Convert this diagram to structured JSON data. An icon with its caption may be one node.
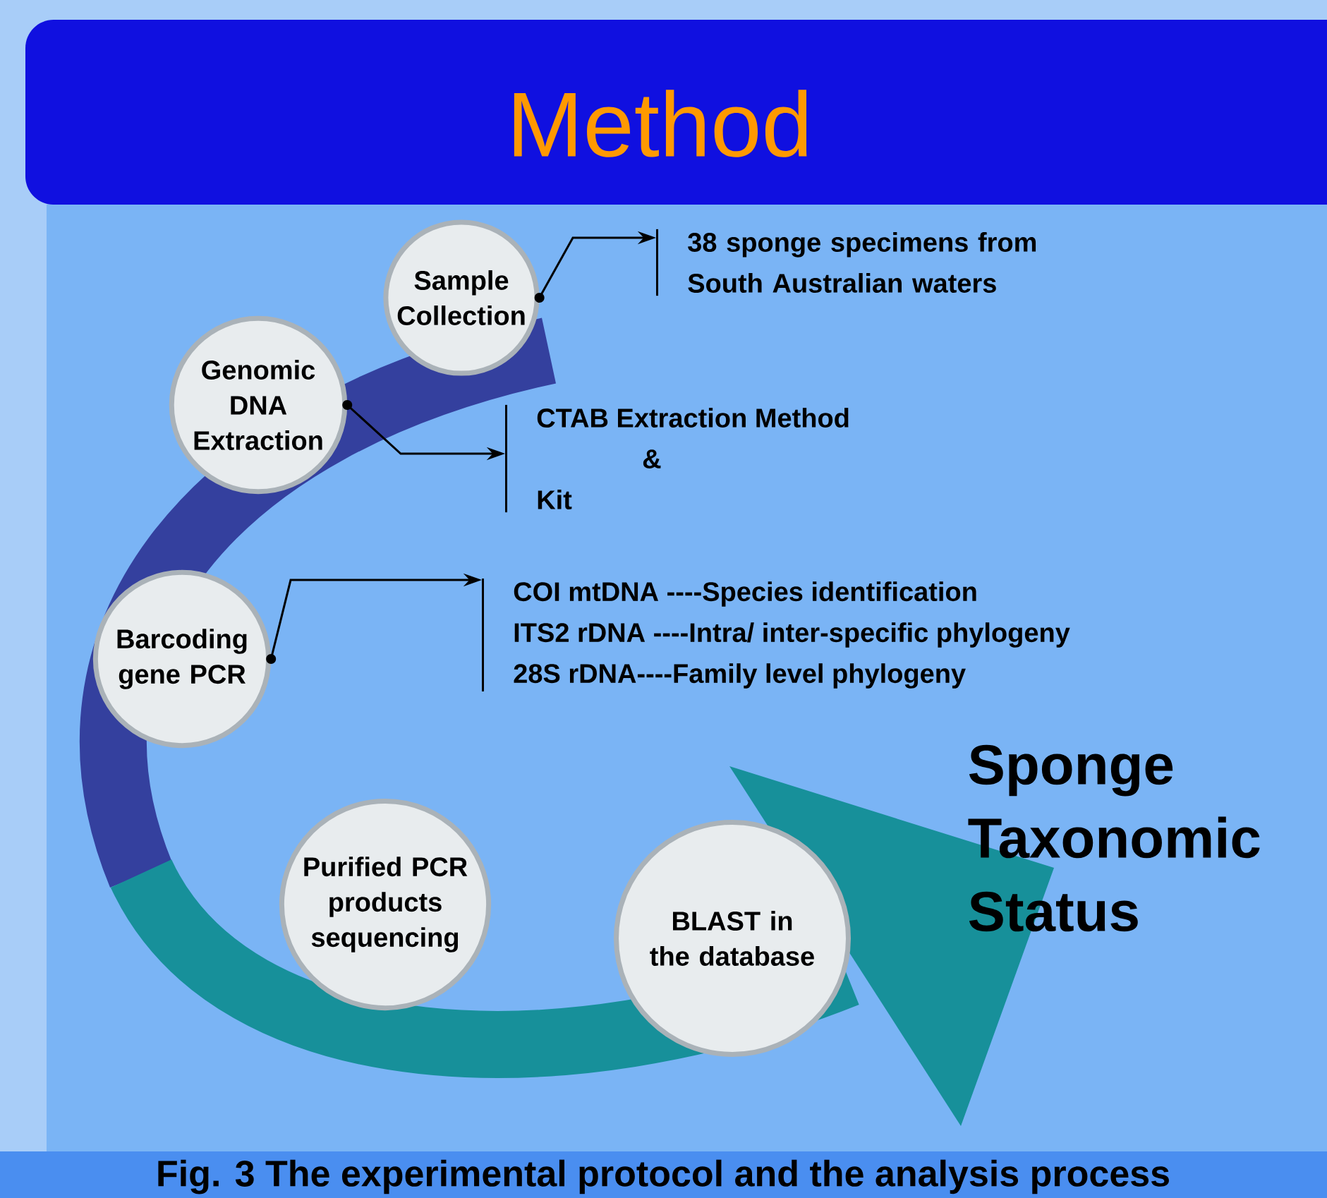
{
  "diagram": {
    "title": "Method",
    "caption": "Fig. 3 The experimental protocol and the analysis process",
    "nodes": [
      {
        "text": [
          "Sample Collection"
        ]
      },
      {
        "text": [
          "Genomic DNA Extraction"
        ]
      },
      {
        "text": [
          "Barcoding gene PCR"
        ]
      },
      {
        "text": [
          "Purified PCR products sequencing"
        ]
      },
      {
        "text": [
          "BLAST in the database"
        ]
      },
      {
        "text": [
          "38 sponge specimens from South Australian waters"
        ]
      },
      {
        "text": [
          "CTAB Extraction Method",
          "&",
          "Kit"
        ]
      },
      {
        "text": [
          "COI mtDNA ----Species identification",
          "ITS2 rDNA ----Intra/ inter-specific phylogeny",
          "28S rDNA----Family level phylogeny"
        ]
      },
      {
        "text": [
          "Sponge Taxonomic Status"
        ]
      }
    ],
    "edges": [
      {
        "from": 0,
        "to": 5,
        "arrow": "to"
      },
      {
        "from": 1,
        "to": 6,
        "arrow": "to"
      },
      {
        "from": 2,
        "to": 7,
        "arrow": "to"
      }
    ]
  }
}
